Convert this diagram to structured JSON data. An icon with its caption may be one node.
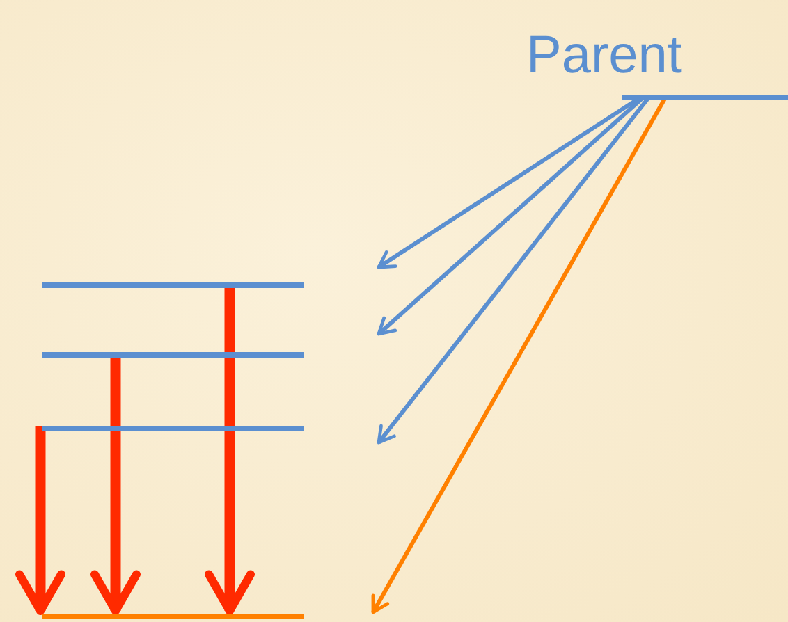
{
  "diagram": {
    "nodes": [
      {
        "text": [
          "Parent"
        ]
      },
      {
        "text": [],
        "shape": "bar"
      },
      {
        "text": [],
        "shape": "bar"
      },
      {
        "text": [],
        "shape": "bar"
      },
      {
        "text": [],
        "shape": "bar"
      }
    ],
    "edges": [
      {
        "from": 0,
        "to": null,
        "arrow": "to",
        "color": "#5b8fd0"
      },
      {
        "from": 0,
        "to": null,
        "arrow": "to",
        "color": "#5b8fd0"
      },
      {
        "from": 0,
        "to": null,
        "arrow": "to",
        "color": "#5b8fd0"
      },
      {
        "from": 0,
        "to": null,
        "arrow": "to",
        "color": "#ff8000"
      },
      {
        "from": 1,
        "to": 4,
        "arrow": "to",
        "style": "thick",
        "color": "#ff2a00"
      },
      {
        "from": 2,
        "to": 4,
        "arrow": "to",
        "style": "thick",
        "color": "#ff2a00"
      },
      {
        "from": 3,
        "to": 4,
        "arrow": "to",
        "style": "thick",
        "color": "#ff2a00"
      }
    ]
  }
}
